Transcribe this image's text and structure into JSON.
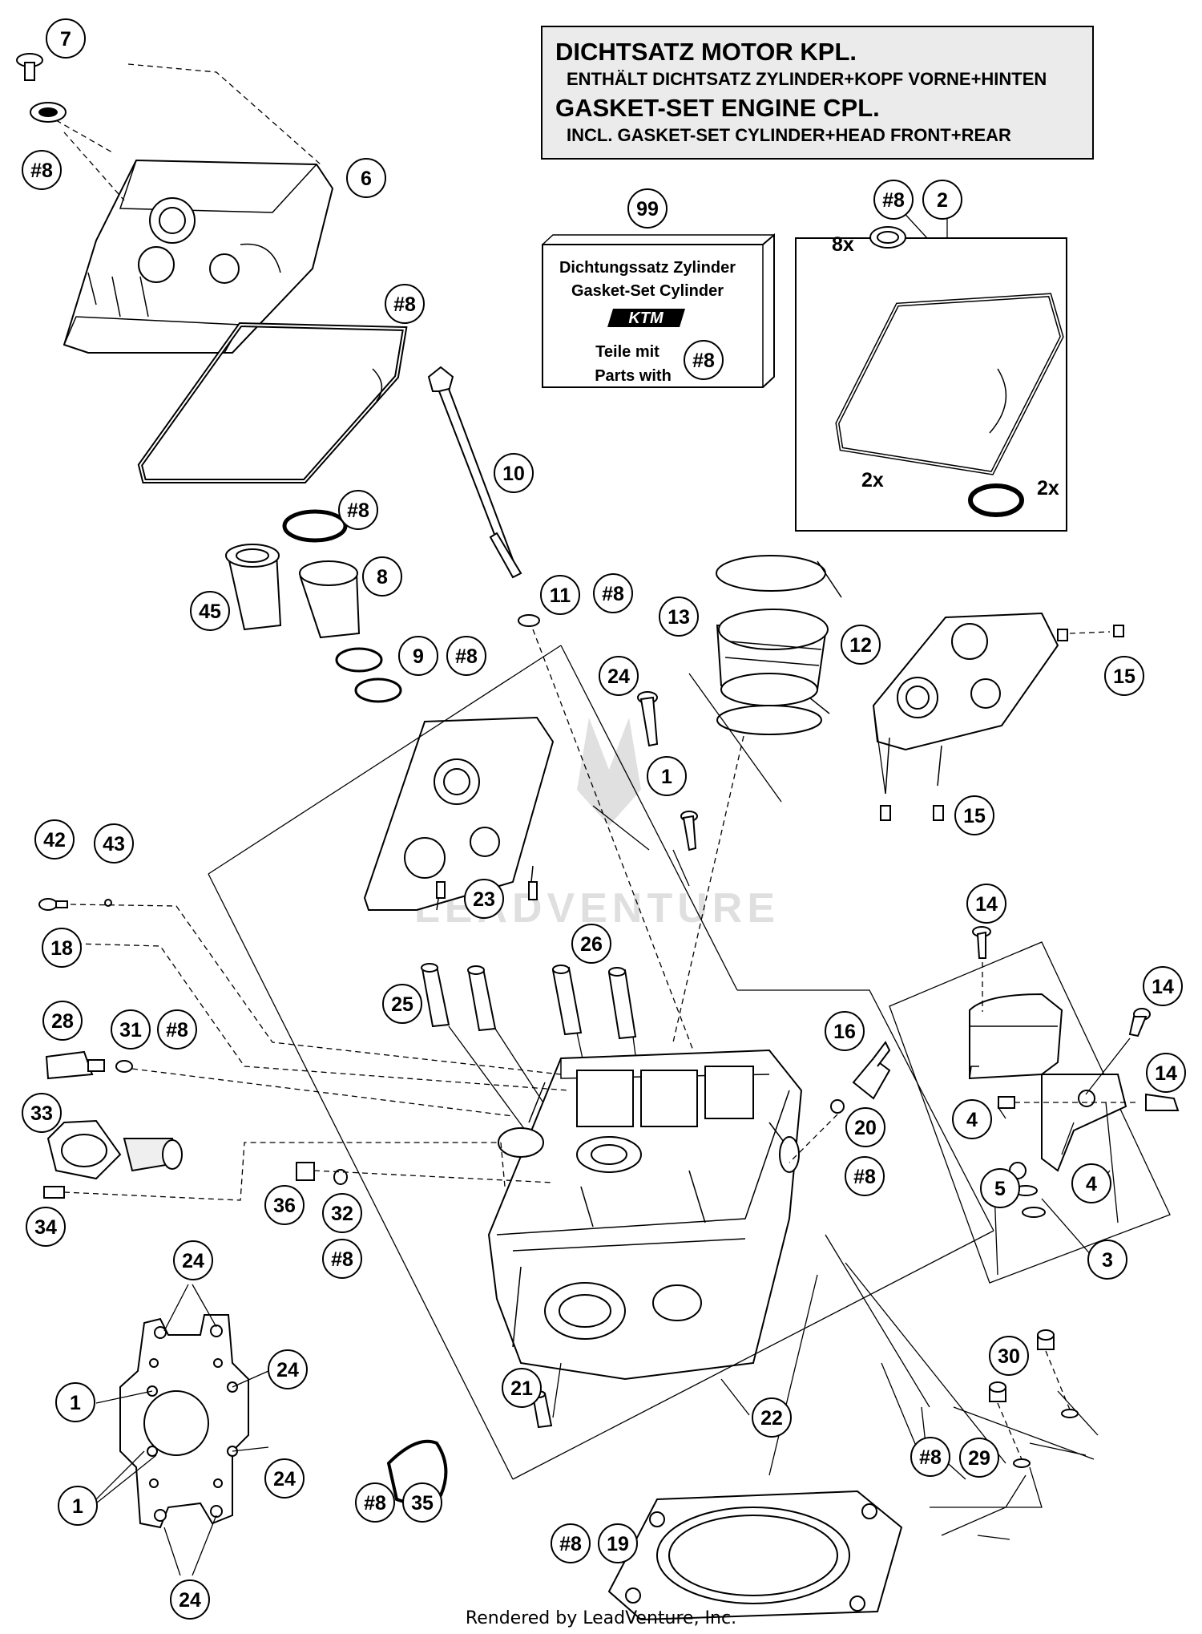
{
  "info_box": {
    "line1": "DICHTSATZ MOTOR KPL.",
    "line2": "ENTHÄLT DICHTSATZ ZYLINDER+KOPF VORNE+HINTEN",
    "line3": "GASKET-SET ENGINE CPL.",
    "line4": "INCL. GASKET-SET CYLINDER+HEAD FRONT+REAR"
  },
  "kit_box": {
    "line1": "Dichtungssatz Zylinder",
    "line2": "Gasket-Set Cylinder",
    "logo": "KTM",
    "line3": "Teile mit",
    "line4": "Parts with"
  },
  "gasket_box": {
    "qty_8x": "8x",
    "qty_2x_a": "2x",
    "qty_2x_b": "2x"
  },
  "watermark": "LEADVENTURE",
  "footer": "Rendered by LeadVenture, Inc.",
  "callouts": [
    "7",
    "#8",
    "6",
    "#8",
    "10",
    "#8",
    "8",
    "45",
    "9",
    "#8",
    "11",
    "#8",
    "13",
    "12",
    "24",
    "1",
    "15",
    "15",
    "99",
    "#8",
    "#8",
    "2",
    "42",
    "43",
    "18",
    "23",
    "28",
    "31",
    "#8",
    "33",
    "34",
    "36",
    "32",
    "#8",
    "25",
    "26",
    "16",
    "20",
    "#8",
    "14",
    "14",
    "14",
    "4",
    "4",
    "5",
    "3",
    "21",
    "22",
    "#8",
    "29",
    "30",
    "24",
    "24",
    "24",
    "1",
    "1",
    "24",
    "#8",
    "35",
    "#8",
    "19"
  ]
}
